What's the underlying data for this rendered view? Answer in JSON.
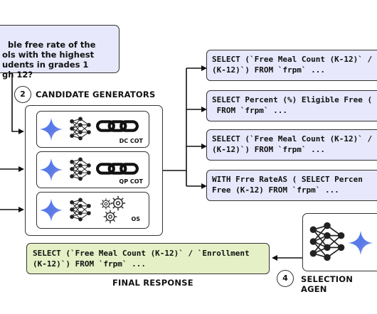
{
  "question": {
    "text": "ble free rate of the\nols with the highest\nudents in grades 1\ngh 12?"
  },
  "candidate_generators": {
    "step_number": "2",
    "title": "CANDIDATE GENERATORS",
    "generators": [
      {
        "label": "DC COT",
        "icon": "chain-link-icon"
      },
      {
        "label": "QP COT",
        "icon": "chain-link-icon"
      },
      {
        "label": "OS",
        "icon": "gears-icon"
      }
    ]
  },
  "candidates": [
    "SELECT (`Free Meal Count (K-12)` /\n(K-12)`) FROM `frpm` ...",
    "SELECT Percent (%) Eligible Free (\n FROM `frpm` ...",
    "SELECT (`Free Meal Count (K-12)` /\n(K-12)`) FROM `frpm` ...",
    "WITH Frre RateAS ( SELECT Percen\nFree (K-12) FROM `frpm` ..."
  ],
  "selection": {
    "step_number": "4",
    "title": "SELECTION AGEN"
  },
  "final": {
    "sql": "SELECT (`Free Meal Count (K-12)` / `Enrollment\n(K-12)`) FROM `frpm` ...",
    "title": "FINAL RESPONSE"
  },
  "colors": {
    "question_bg": "#e7e8fb",
    "candidate_bg": "#e7e8fb",
    "final_bg": "#e5f0c6",
    "border": "#333333"
  }
}
